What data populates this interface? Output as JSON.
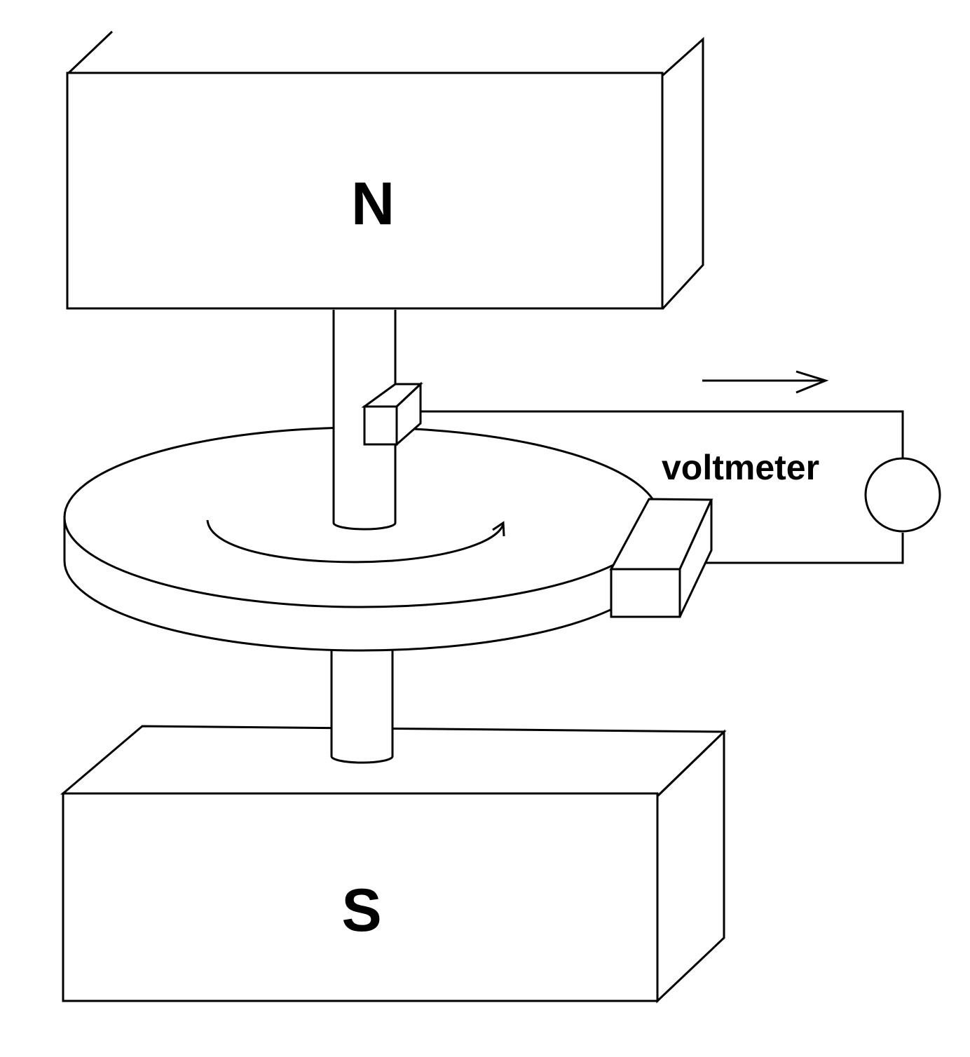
{
  "labels": {
    "north_pole": "N",
    "south_pole": "S",
    "meter": "voltmeter"
  }
}
